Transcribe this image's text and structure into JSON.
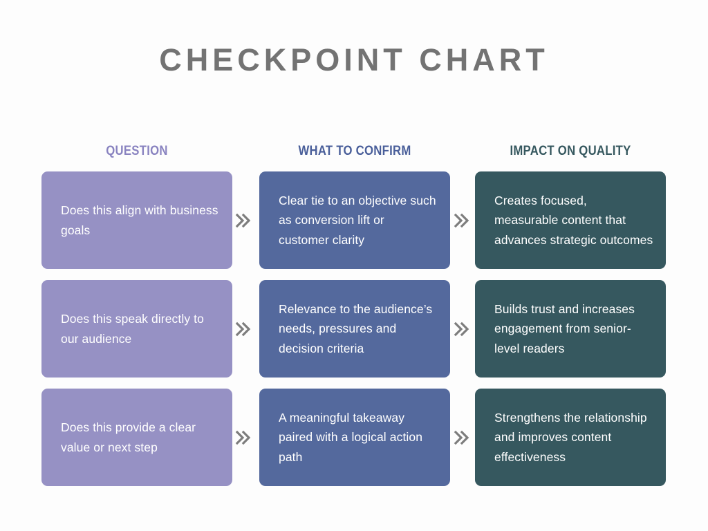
{
  "page": {
    "title": "CHECKPOINT CHART",
    "background_color": "#fdfdfd",
    "title_color": "#737373"
  },
  "columns": [
    {
      "key": "question",
      "header": "QUESTION",
      "color": "#9691c4",
      "header_color": "#8983c0"
    },
    {
      "key": "confirm",
      "header": "WHAT TO CONFIRM",
      "color": "#54699d",
      "header_color": "#4a5f9a"
    },
    {
      "key": "impact",
      "header": "IMPACT ON QUALITY",
      "color": "#36585f",
      "header_color": "#36585f"
    }
  ],
  "separator": {
    "icon": "double-chevron-right-icon",
    "glyph": "»",
    "color": "#7d7d7d"
  },
  "rows": [
    {
      "question": "Does this align with business goals",
      "confirm": "Clear tie to an objective such as conversion lift or customer clarity",
      "impact": "Creates focused, measurable content that advances strategic outcomes"
    },
    {
      "question": "Does this speak directly to our audience",
      "confirm": "Relevance to the audience’s needs, pressures and decision criteria",
      "impact": "Builds trust and increases engagement from senior-level readers"
    },
    {
      "question": "Does this provide a clear value or next step",
      "confirm": "A meaningful takeaway paired with a logical action path",
      "impact": "Strengthens the relationship and improves content effectiveness"
    }
  ],
  "chart_data": {
    "type": "table",
    "title": "CHECKPOINT CHART",
    "columns": [
      "QUESTION",
      "WHAT TO CONFIRM",
      "IMPACT ON QUALITY"
    ],
    "rows": [
      [
        "Does this align with business goals",
        "Clear tie to an objective such as conversion lift or customer clarity",
        "Creates focused, measurable content that advances strategic outcomes"
      ],
      [
        "Does this speak directly to our audience",
        "Relevance to the audience’s needs, pressures and decision criteria",
        "Builds trust and increases engagement from senior-level readers"
      ],
      [
        "Does this provide a clear value or next step",
        "A meaningful takeaway paired with a logical action path",
        "Strengthens the relationship and improves content effectiveness"
      ]
    ],
    "column_colors": [
      "#9691c4",
      "#54699d",
      "#36585f"
    ],
    "flow_direction": "left-to-right",
    "separator_glyph": "»"
  }
}
